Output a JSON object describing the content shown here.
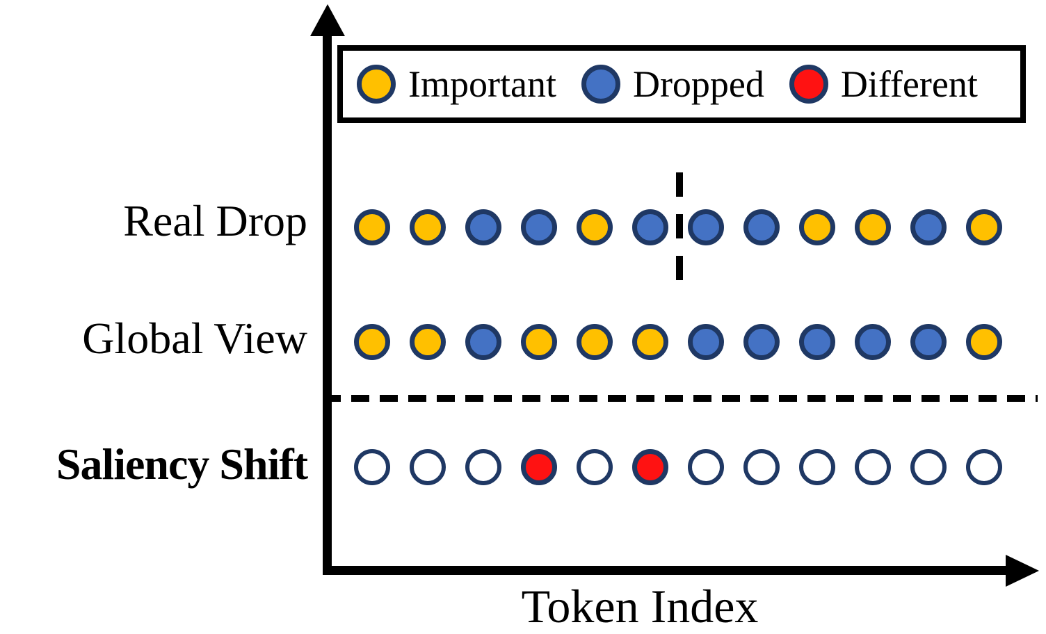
{
  "figure": {
    "x_axis_label": "Token Index",
    "colors": {
      "important": "#FFC000",
      "dropped": "#4472C4",
      "different": "#FF1212",
      "outline": "#1F3864",
      "axis": "#000000"
    },
    "legend": {
      "items": [
        {
          "name": "important",
          "label": "Important"
        },
        {
          "name": "dropped",
          "label": "Dropped"
        },
        {
          "name": "different",
          "label": "Different"
        }
      ]
    },
    "rows": [
      {
        "id": "real-drop",
        "label": "Real Drop",
        "bold": false,
        "pivot_after": 6,
        "tokens": [
          "important",
          "important",
          "dropped",
          "dropped",
          "important",
          "dropped",
          "dropped",
          "dropped",
          "important",
          "important",
          "dropped",
          "important"
        ]
      },
      {
        "id": "global-view",
        "label": "Global View",
        "bold": false,
        "tokens": [
          "important",
          "important",
          "dropped",
          "important",
          "important",
          "important",
          "dropped",
          "dropped",
          "dropped",
          "dropped",
          "dropped",
          "important"
        ]
      },
      {
        "id": "saliency-shift",
        "label": "Saliency Shift",
        "bold": true,
        "tokens": [
          "empty",
          "empty",
          "empty",
          "different",
          "empty",
          "different",
          "empty",
          "empty",
          "empty",
          "empty",
          "empty",
          "empty"
        ]
      }
    ]
  },
  "chart_data": {
    "type": "scatter",
    "title": "",
    "xlabel": "Token Index",
    "ylabel": "",
    "categories_y": [
      "Real Drop",
      "Global View",
      "Saliency Shift"
    ],
    "x": [
      1,
      2,
      3,
      4,
      5,
      6,
      7,
      8,
      9,
      10,
      11,
      12
    ],
    "series": [
      {
        "name": "Real Drop",
        "values": [
          "important",
          "important",
          "dropped",
          "dropped",
          "important",
          "dropped",
          "dropped",
          "dropped",
          "important",
          "important",
          "dropped",
          "important"
        ]
      },
      {
        "name": "Global View",
        "values": [
          "important",
          "important",
          "dropped",
          "important",
          "important",
          "important",
          "dropped",
          "dropped",
          "dropped",
          "dropped",
          "dropped",
          "important"
        ]
      },
      {
        "name": "Saliency Shift",
        "values": [
          "empty",
          "empty",
          "empty",
          "different",
          "empty",
          "different",
          "empty",
          "empty",
          "empty",
          "empty",
          "empty",
          "empty"
        ]
      }
    ],
    "legend_entries": [
      "Important",
      "Dropped",
      "Different"
    ],
    "legend_position": "top",
    "annotations": [
      "dashed vertical pivot between token 6 and 7 on Real Drop row",
      "dashed horizontal separator above Saliency Shift row"
    ],
    "grid": false
  }
}
